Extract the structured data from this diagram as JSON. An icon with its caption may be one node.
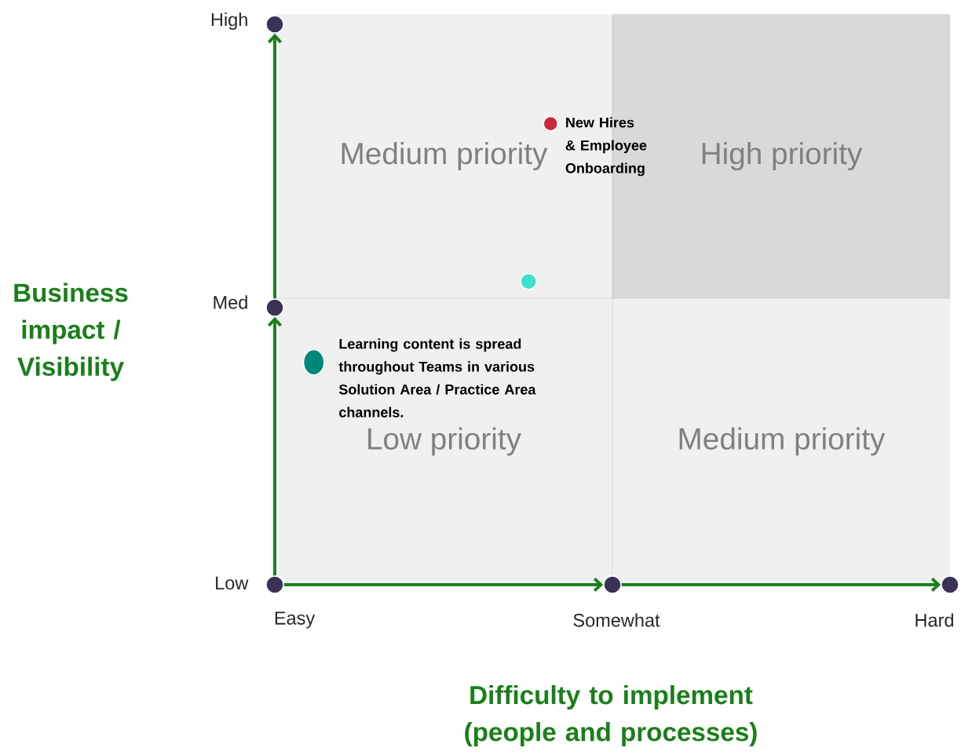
{
  "diagram": {
    "nodes": [
      {
        "text": [
          "Medium priority"
        ]
      },
      {
        "text": [
          "High priority"
        ]
      },
      {
        "text": [
          "Low priority"
        ]
      },
      {
        "text": [
          "Medium priority"
        ]
      },
      {
        "text": [],
        "shape": "circle",
        "beside": [
          "Low",
          "Easy"
        ]
      },
      {
        "text": [],
        "shape": "circle",
        "beside": [
          "Med"
        ]
      },
      {
        "text": [],
        "shape": "circle",
        "beside": [
          "High"
        ]
      },
      {
        "text": [],
        "shape": "circle",
        "beside": [
          "Somewhat"
        ]
      },
      {
        "text": [],
        "shape": "circle",
        "beside": [
          "Hard"
        ]
      },
      {
        "text": [],
        "shape": "circle",
        "in": 0,
        "beside": [
          "New Hires & Employee Onboarding"
        ]
      },
      {
        "text": [],
        "shape": "circle",
        "in": 0
      },
      {
        "text": [],
        "shape": "ellipse",
        "in": 2,
        "beside": [
          "Learning content is spread throughout Teams in various Solution Area / Practice Area channels."
        ]
      }
    ],
    "edges": [
      {
        "from": 4,
        "to": 5,
        "arrow": "to"
      },
      {
        "from": 5,
        "to": 6,
        "arrow": "to"
      },
      {
        "from": 4,
        "to": 7,
        "arrow": "to"
      },
      {
        "from": 7,
        "to": 8,
        "arrow": "to"
      }
    ],
    "labels": [
      "Business impact / Visibility",
      "Difficulty to implement (people and processes)"
    ]
  }
}
